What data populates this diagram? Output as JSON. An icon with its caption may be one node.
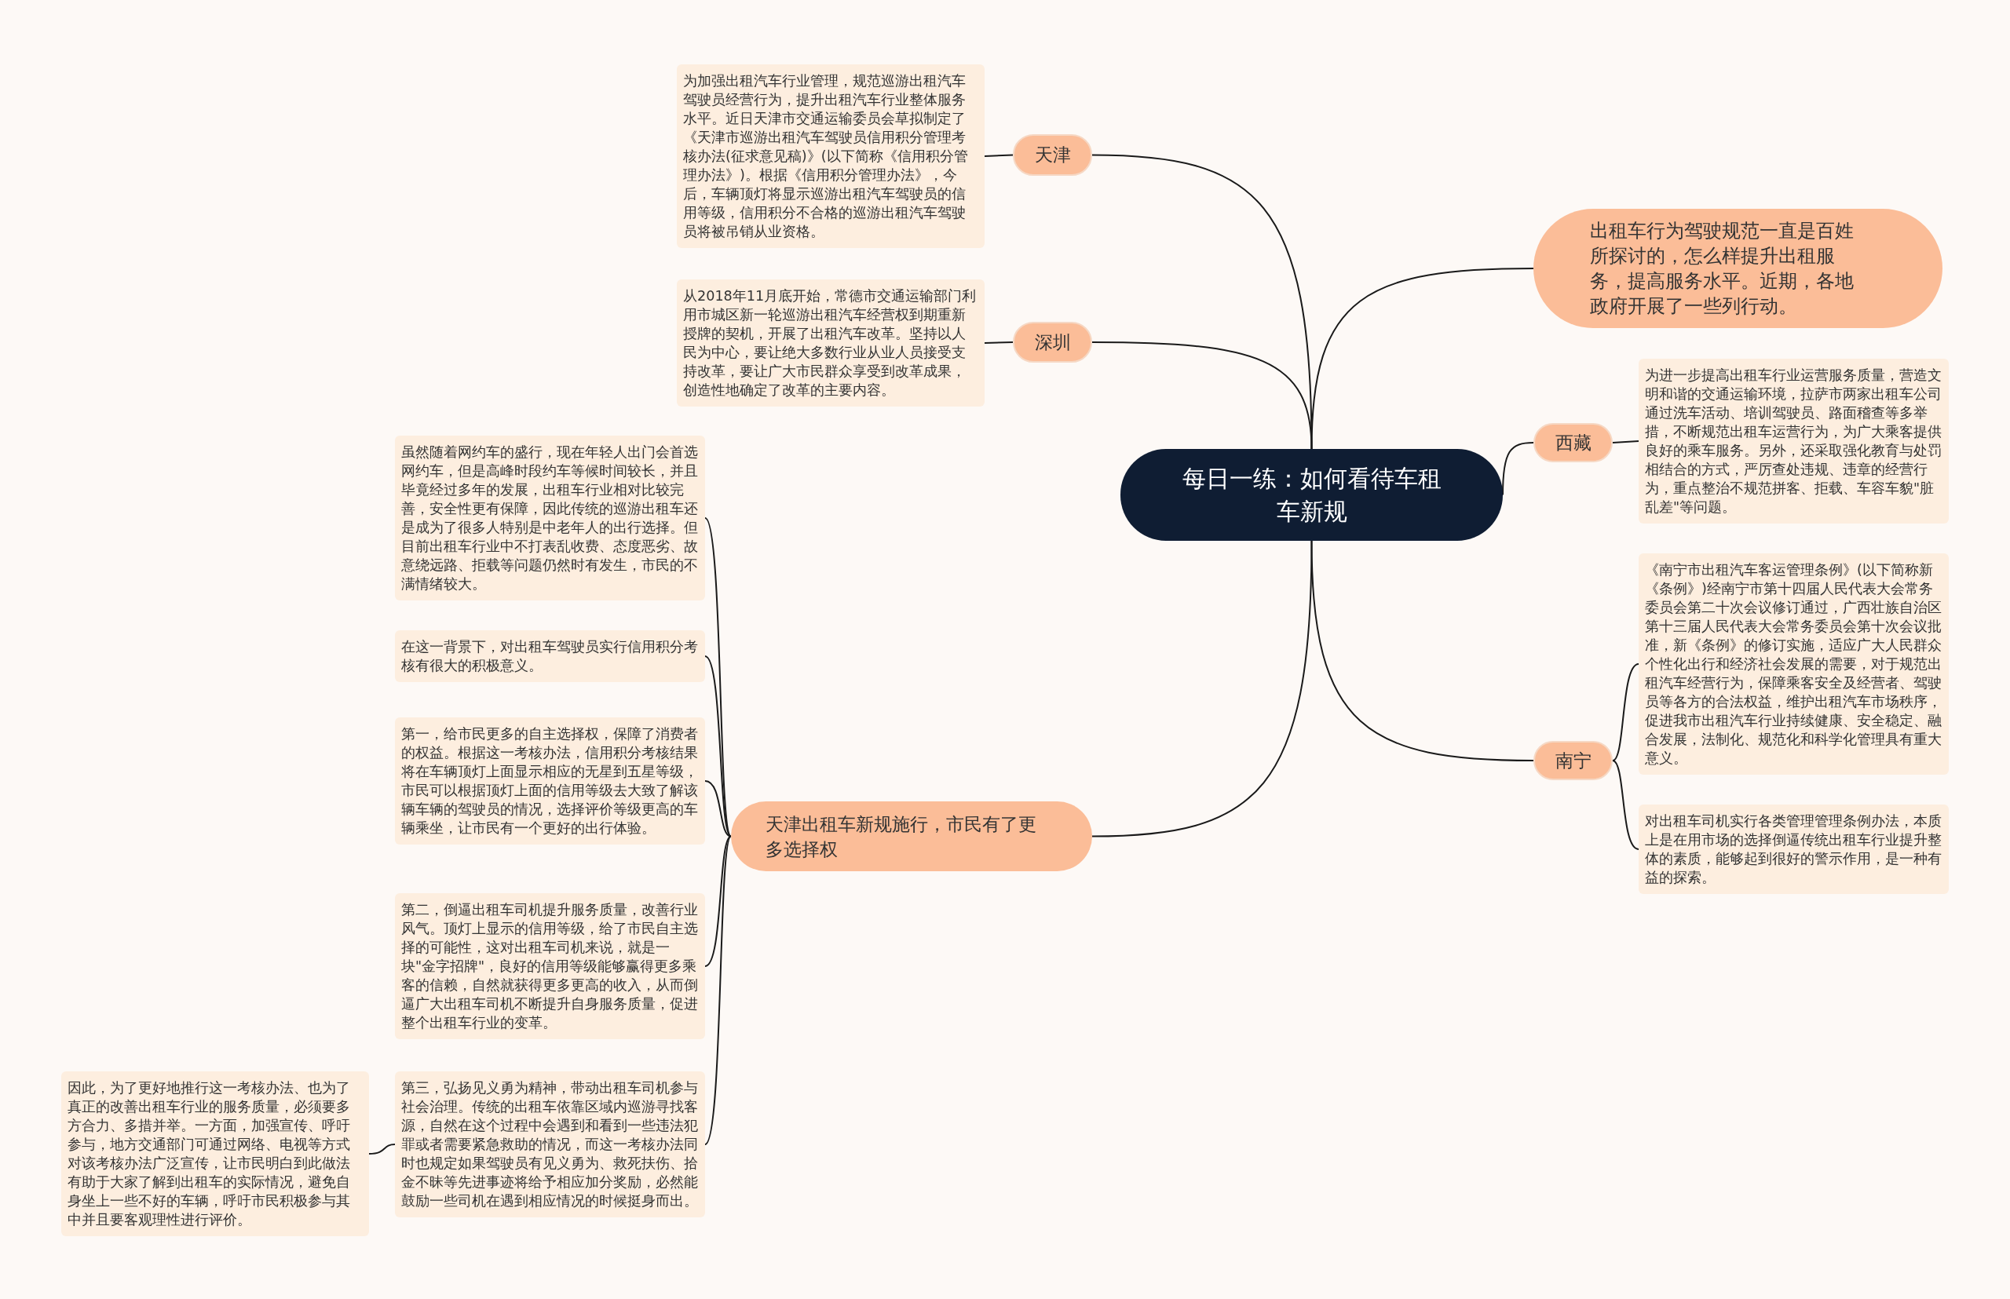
{
  "diagram": {
    "nodes": [
      {
        "text": [
          "每日一练：如何看待车租车新规"
        ]
      },
      {
        "text": [
          "出租车行为驾驶规范一直是百姓所探讨的，怎么样提升出租服务，提高服务水平。近期，各地政府开展了一些列行动。"
        ]
      },
      {
        "text": [
          "天津"
        ]
      },
      {
        "text": [
          "为加强出租汽车行业管理，规范巡游出租汽车驾驶员经营行为，提升出租汽车行业整体服务水平。近日天津市交通运输委员会草拟制定了《天津市巡游出租汽车驾驶员信用积分管理考核办法(征求意见稿)》(以下简称《信用积分管理办法》)。根据《信用积分管理办法》，今后，车辆顶灯将显示巡游出租汽车驾驶员的信用等级，信用积分不合格的巡游出租汽车驾驶员将被吊销从业资格。"
        ]
      },
      {
        "text": [
          "深圳"
        ]
      },
      {
        "text": [
          "从2018年11月底开始，常德市交通运输部门利用市城区新一轮巡游出租汽车经营权到期重新授牌的契机，开展了出租汽车改革。坚持以人民为中心，要让绝大多数行业从业人员接受支持改革，要让广大市民群众享受到改革成果，创造性地确定了改革的主要内容。"
        ]
      },
      {
        "text": [
          "西藏"
        ]
      },
      {
        "text": [
          "为进一步提高出租车行业运营服务质量，营造文明和谐的交通运输环境，拉萨市两家出租车公司通过洗车活动、培训驾驶员、路面稽查等多举措，不断规范出租车运营行为，为广大乘客提供良好的乘车服务。另外，还采取强化教育与处罚相结合的方式，严厉查处违规、违章的经营行为，重点整治不规范拼客、拒载、车容车貌\"脏乱差\"等问题。"
        ]
      },
      {
        "text": [
          "南宁"
        ]
      },
      {
        "text": [
          "《南宁市出租汽车客运管理条例》(以下简称新《条例》)经南宁市第十四届人民代表大会常务委员会第二十次会议修订通过，广西壮族自治区第十三届人民代表大会常务委员会第十次会议批准，新《条例》的修订实施，适应广大人民群众个性化出行和经济社会发展的需要，对于规范出租汽车经营行为，保障乘客安全及经营者、驾驶员等各方的合法权益，维护出租汽车市场秩序，促进我市出租汽车行业持续健康、安全稳定、融合发展，法制化、规范化和科学化管理具有重大意义。"
        ]
      },
      {
        "text": [
          "对出租车司机实行各类管理管理条例办法，本质上是在用市场的选择倒逼传统出租车行业提升整体的素质，能够起到很好的警示作用，是一种有益的探索。"
        ]
      },
      {
        "text": [
          "天津出租车新规施行，市民有了更多选择权"
        ]
      },
      {
        "text": [
          "虽然随着网约车的盛行，现在年轻人出门会首选网约车，但是高峰时段约车等候时间较长，并且毕竟经过多年的发展，出租车行业相对比较完善，安全性更有保障，因此传统的巡游出租车还是成为了很多人特别是中老年人的出行选择。但目前出租车行业中不打表乱收费、态度恶劣、故意绕远路、拒载等问题仍然时有发生，市民的不满情绪较大。"
        ]
      },
      {
        "text": [
          "在这一背景下，对出租车驾驶员实行信用积分考核有很大的积极意义。"
        ]
      },
      {
        "text": [
          "第一，给市民更多的自主选择权，保障了消费者的权益。根据这一考核办法，信用积分考核结果将在车辆顶灯上面显示相应的无星到五星等级，市民可以根据顶灯上面的信用等级去大致了解该辆车辆的驾驶员的情况，选择评价等级更高的车辆乘坐，让市民有一个更好的出行体验。"
        ]
      },
      {
        "text": [
          "第二，倒逼出租车司机提升服务质量，改善行业风气。顶灯上显示的信用等级，给了市民自主选择的可能性，这对出租车司机来说，就是一块\"金字招牌\"，良好的信用等级能够赢得更多乘客的信赖，自然就获得更多更高的收入，从而倒逼广大出租车司机不断提升自身服务质量，促进整个出租车行业的变革。"
        ]
      },
      {
        "text": [
          "第三，弘扬见义勇为精神，带动出租车司机参与社会治理。传统的出租车依靠区域内巡游寻找客源，自然在这个过程中会遇到和看到一些违法犯罪或者需要紧急救助的情况，而这一考核办法同时也规定如果驾驶员有见义勇为、救死扶伤、拾金不昧等先进事迹将给予相应加分奖励，必然能鼓励一些司机在遇到相应情况的时候挺身而出。"
        ]
      },
      {
        "text": [
          "因此，为了更好地推行这一考核办法、也为了真正的改善出租车行业的服务质量，必须要多方合力、多措并举。一方面，加强宣传、呼吁参与，地方交通部门可通过网络、电视等方式对该考核办法广泛宣传，让市民明白到此做法有助于大家了解到出租车的实际情况，避免自身坐上一些不好的车辆，呼吁市民积极参与其中并且要客观理性进行评价。"
        ]
      }
    ],
    "edges": [
      {
        "from": 0,
        "to": 1,
        "arrow": "none"
      },
      {
        "from": 0,
        "to": 2,
        "arrow": "none"
      },
      {
        "from": 0,
        "to": 4,
        "arrow": "none"
      },
      {
        "from": 0,
        "to": 6,
        "arrow": "none"
      },
      {
        "from": 0,
        "to": 8,
        "arrow": "none"
      },
      {
        "from": 0,
        "to": 11,
        "arrow": "none"
      },
      {
        "from": 2,
        "to": 3,
        "arrow": "none"
      },
      {
        "from": 4,
        "to": 5,
        "arrow": "none"
      },
      {
        "from": 6,
        "to": 7,
        "arrow": "none"
      },
      {
        "from": 8,
        "to": 9,
        "arrow": "none"
      },
      {
        "from": 8,
        "to": 10,
        "arrow": "none"
      },
      {
        "from": 11,
        "to": 12,
        "arrow": "none"
      },
      {
        "from": 11,
        "to": 13,
        "arrow": "none"
      },
      {
        "from": 11,
        "to": 14,
        "arrow": "none"
      },
      {
        "from": 11,
        "to": 15,
        "arrow": "none"
      },
      {
        "from": 11,
        "to": 16,
        "arrow": "none"
      },
      {
        "from": 16,
        "to": 17,
        "arrow": "none"
      }
    ]
  }
}
